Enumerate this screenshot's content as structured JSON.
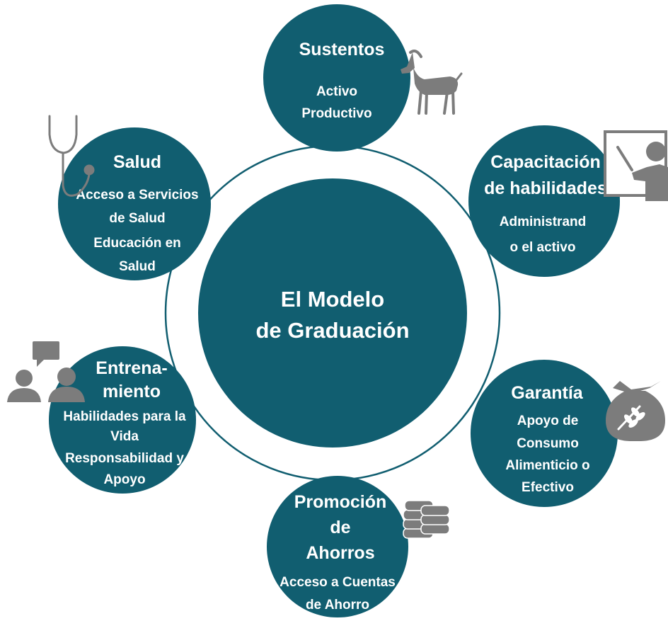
{
  "colors": {
    "circle": "#115E70",
    "ring": "#115E70",
    "icon": "#7C7C7C",
    "text": "#FFFFFF"
  },
  "hub": {
    "line1": "El Modelo",
    "line2": "de Graduación"
  },
  "nodes": [
    {
      "id": "sustentos",
      "icon": "goat-icon",
      "title": [
        "Sustentos"
      ],
      "subtitle": [
        "Activo",
        "Productivo"
      ]
    },
    {
      "id": "capacitacion",
      "icon": "teacher-board-icon",
      "title": [
        "Capacitación",
        "de habilidades"
      ],
      "subtitle": [
        "Administrand",
        "o el activo"
      ]
    },
    {
      "id": "garantia",
      "icon": "grain-sack-icon",
      "title": [
        "Garantía"
      ],
      "subtitle": [
        "Apoyo de",
        "Consumo",
        "Alimenticio o",
        "Efectivo"
      ]
    },
    {
      "id": "ahorros",
      "icon": "coin-stack-icon",
      "title": [
        "Promoción",
        "de",
        "Ahorros"
      ],
      "subtitle": [
        "Acceso a Cuentas",
        "de Ahorro"
      ]
    },
    {
      "id": "entrenamiento",
      "icon": "conversation-icon",
      "title": [
        "Entrena-",
        "miento"
      ],
      "subtitle": [
        "Habilidades para la",
        "Vida",
        "Responsabilidad y",
        "Apoyo"
      ]
    },
    {
      "id": "salud",
      "icon": "stethoscope-icon",
      "title": [
        "Salud"
      ],
      "subtitle": [
        "Acceso a Servicios",
        "de Salud",
        "Educación en",
        "Salud"
      ]
    }
  ]
}
